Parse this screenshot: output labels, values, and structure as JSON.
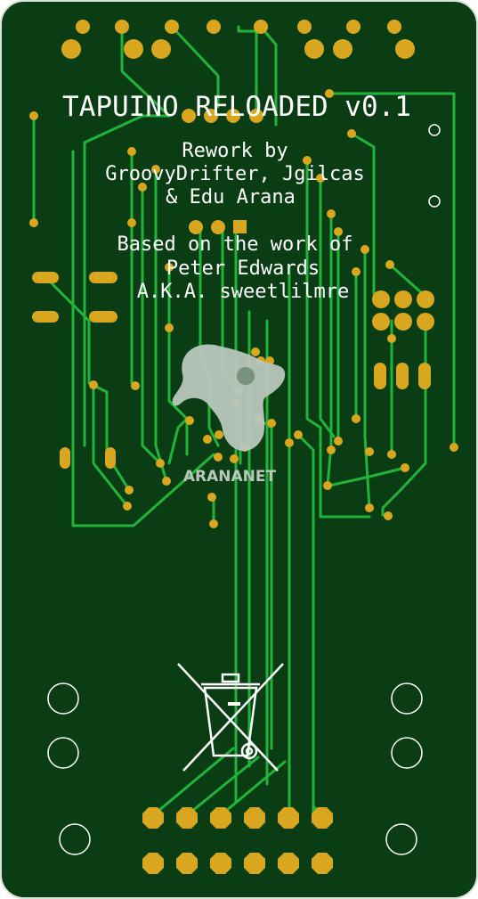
{
  "board": {
    "title": "TAPUINO RELOADED v0.1",
    "credits": [
      "Rework by",
      "GroovyDrifter, Jgilcas",
      "& Edu Arana",
      "",
      "Based on the work of",
      "Peter Edwards",
      "A.K.A. sweetlilmre"
    ],
    "logo_text": "ARANANET",
    "colors": {
      "substrate": "#0b3d14",
      "edge": "#d7e3d7",
      "trace": "#22b33a",
      "pad": "#d9a71f",
      "silkscreen": "#ffffff",
      "logo": "#b9c7bd"
    },
    "icons": {
      "logo": "arananet-mascot-logo",
      "recycle": "weee-crossed-bin-icon"
    }
  }
}
